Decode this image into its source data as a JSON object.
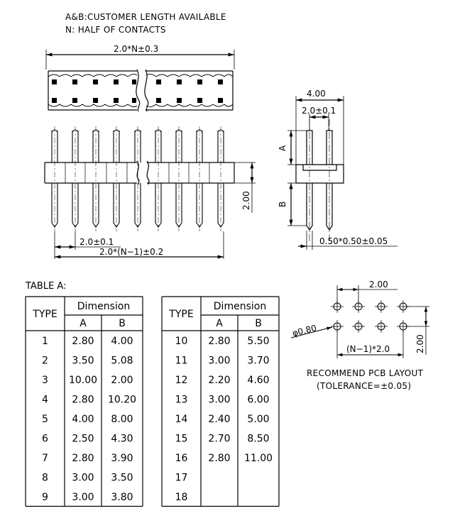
{
  "notes": {
    "line1": "A&B:CUSTOMER LENGTH AVAILABLE",
    "line2": "N: HALF OF CONTACTS"
  },
  "top_view": {
    "overall_length": "2.0*N±0.3"
  },
  "front_view": {
    "pitch": "2.0±0.1",
    "total_length": "2.0*(N−1)±0.2",
    "body_height": "2.00"
  },
  "side_view": {
    "width": "4.00",
    "row_pitch": "2.0±0.1",
    "label_a": "A",
    "label_b": "B",
    "pin_size": "0.50*0.50±0.05"
  },
  "pcb_layout": {
    "pitch_x": "2.00",
    "pitch_y": "2.00",
    "hole_dia": "φ0.80",
    "span": "(N−1)*2.0",
    "title": "RECOMMEND PCB LAYOUT",
    "tolerance": "(TOLERANCE=±0.05)"
  },
  "table": {
    "title": "TABLE A:",
    "col_type": "TYPE",
    "col_dimension": "Dimension",
    "col_a": "A",
    "col_b": "B",
    "left_rows": [
      {
        "type": "1",
        "a": "2.80",
        "b": "4.00"
      },
      {
        "type": "2",
        "a": "3.50",
        "b": "5.08"
      },
      {
        "type": "3",
        "a": "10.00",
        "b": "2.00"
      },
      {
        "type": "4",
        "a": "2.80",
        "b": "10.20"
      },
      {
        "type": "5",
        "a": "4.00",
        "b": "8.00"
      },
      {
        "type": "6",
        "a": "2.50",
        "b": "4.30"
      },
      {
        "type": "7",
        "a": "2.80",
        "b": "3.90"
      },
      {
        "type": "8",
        "a": "3.00",
        "b": "3.50"
      },
      {
        "type": "9",
        "a": "3.00",
        "b": "3.80"
      }
    ],
    "right_rows": [
      {
        "type": "10",
        "a": "2.80",
        "b": "5.50"
      },
      {
        "type": "11",
        "a": "3.00",
        "b": "3.70"
      },
      {
        "type": "12",
        "a": "2.20",
        "b": "4.60"
      },
      {
        "type": "13",
        "a": "3.00",
        "b": "6.00"
      },
      {
        "type": "14",
        "a": "2.40",
        "b": "5.00"
      },
      {
        "type": "15",
        "a": "2.70",
        "b": "8.50"
      },
      {
        "type": "16",
        "a": "2.80",
        "b": "11.00"
      },
      {
        "type": "17",
        "a": "",
        "b": ""
      },
      {
        "type": "18",
        "a": "",
        "b": ""
      }
    ]
  }
}
